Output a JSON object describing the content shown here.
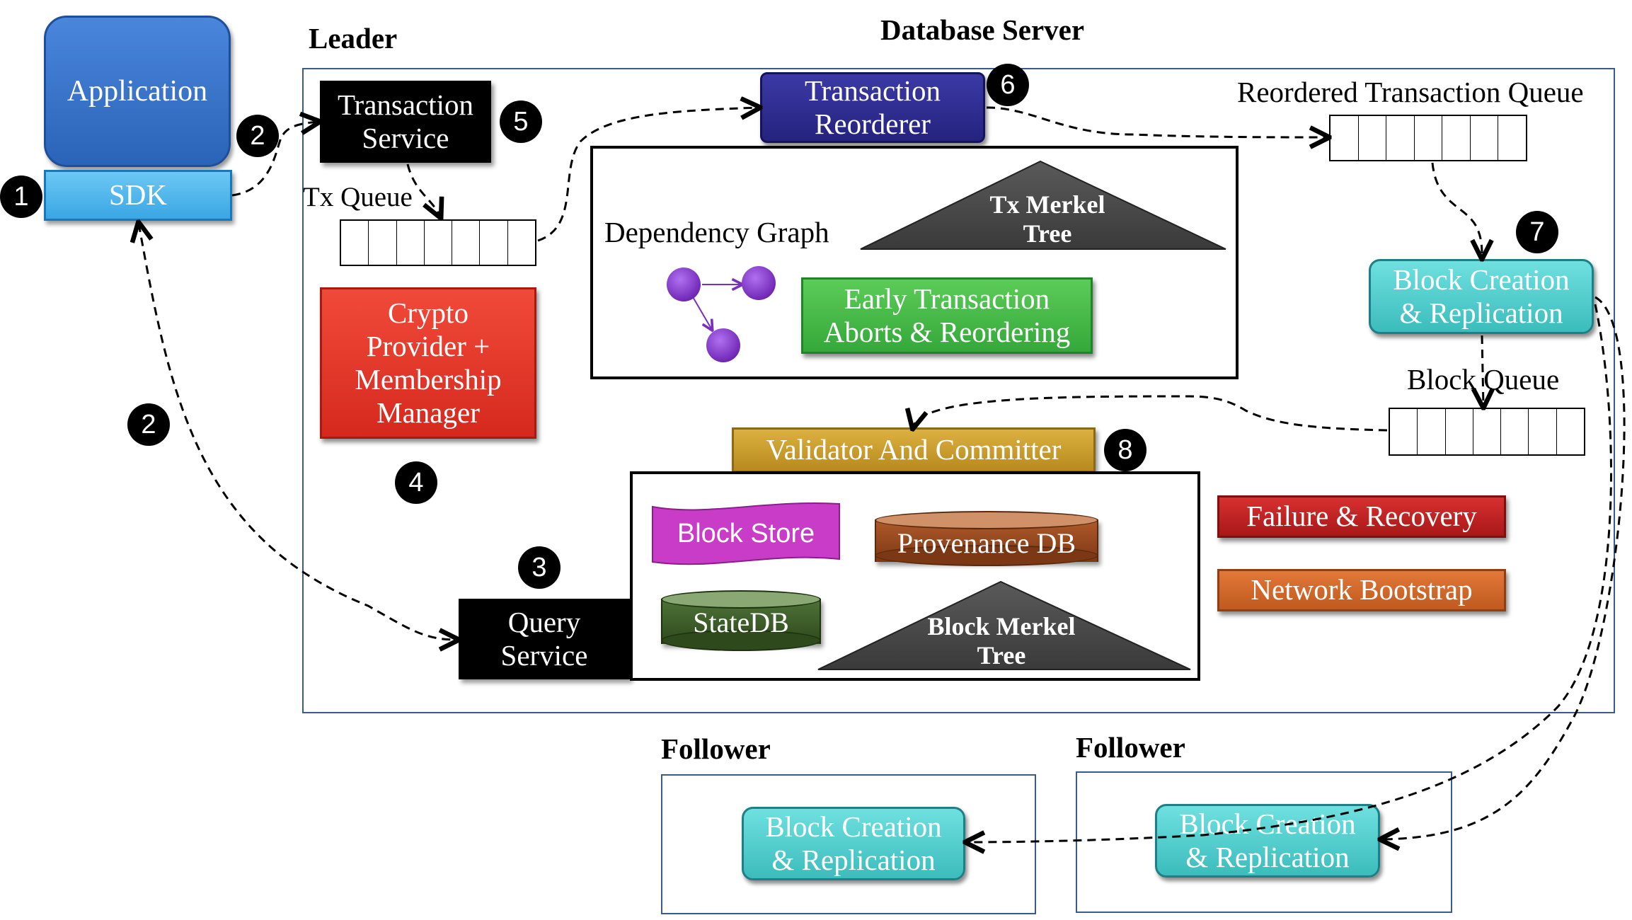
{
  "titles": {
    "leader": "Leader",
    "database_server": "Database Server",
    "follower_left": "Follower",
    "follower_right": "Follower"
  },
  "client": {
    "application": "Application",
    "sdk": "SDK"
  },
  "components": {
    "transaction_service": "Transaction\nService",
    "tx_queue": "Tx Queue",
    "crypto_provider": "Crypto\nProvider +\nMembership\nManager",
    "query_service": "Query\nService",
    "transaction_reorderer": "Transaction\nReorderer",
    "dependency_graph": "Dependency Graph",
    "tx_merkel_tree": "Tx Merkel\nTree",
    "early_aborts": "Early Transaction\nAborts & Reordering",
    "reordered_queue": "Reordered Transaction Queue",
    "block_creation_leader": "Block Creation\n& Replication",
    "block_queue": "Block Queue",
    "validator": "Validator And Committer",
    "block_store": "Block Store",
    "provenance_db": "Provenance DB",
    "state_db": "StateDB",
    "block_merkel_tree": "Block Merkel\nTree",
    "failure_recovery": "Failure & Recovery",
    "network_bootstrap": "Network Bootstrap",
    "block_creation_follower_left": "Block Creation\n& Replication",
    "block_creation_follower_right": "Block Creation\n& Replication"
  },
  "steps": {
    "s1": "1",
    "s2_top": "2",
    "s2_mid": "2",
    "s3": "3",
    "s4": "4",
    "s5": "5",
    "s6": "6",
    "s7": "7",
    "s8": "8"
  },
  "colors": {
    "application": "#2e6fc4",
    "sdk": "#4fb4ec",
    "transaction_reorderer": "#2e2d8f",
    "crypto_provider": "#e23a2b",
    "early_aborts": "#3cb44a",
    "block_creation": "#48c8c8",
    "validator": "#c9a030",
    "block_store": "#c23cc2",
    "provenance_db": "#9a4a22",
    "state_db": "#3e5e2a",
    "failure_recovery": "#c42222",
    "network_bootstrap": "#d46a28",
    "merkel_tree": "#4a4a4a",
    "graph_node": "#7a2fc0"
  },
  "icons": [
    "graph-node-icon",
    "arrow-icon"
  ]
}
